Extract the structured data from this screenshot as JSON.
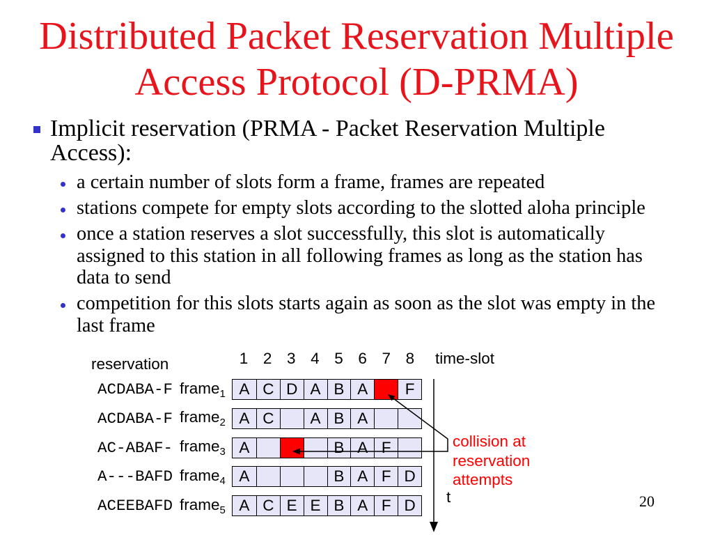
{
  "slide": {
    "title_lines": [
      "Distributed Packet Reservation Multiple",
      "Access Protocol (D-PRMA)"
    ],
    "page_number": "20"
  },
  "bullets": {
    "main_lines": [
      "Implicit reservation (PRMA - Packet Reservation Multiple",
      "Access):"
    ],
    "sub": [
      {
        "lines": [
          "a certain number of slots form a frame, frames are repeated"
        ]
      },
      {
        "lines": [
          "stations compete for empty slots according to the slotted aloha principle"
        ]
      },
      {
        "lines": [
          "once a station reserves a slot successfully, this slot is automatically",
          "assigned to this station in all following frames as long as the station has",
          "data to send"
        ]
      },
      {
        "lines": [
          "competition for this slots starts again as soon as the slot was empty in the",
          "last frame"
        ]
      }
    ]
  },
  "diagram": {
    "slot_numbers": [
      "1",
      "2",
      "3",
      "4",
      "5",
      "6",
      "7",
      "8"
    ],
    "time_slot_label": "time-slot",
    "reservation_label": "reservation",
    "frame_label": "frame",
    "frames": [
      {
        "reservation": "ACDABA-F",
        "index": "1",
        "slots": [
          "A",
          "C",
          "D",
          "A",
          "B",
          "A",
          "",
          "F"
        ],
        "collision_slots": [
          7
        ]
      },
      {
        "reservation": "ACDABA-F",
        "index": "2",
        "slots": [
          "A",
          "C",
          "",
          "A",
          "B",
          "A",
          "",
          ""
        ],
        "collision_slots": []
      },
      {
        "reservation": "AC-ABAF-",
        "index": "3",
        "slots": [
          "A",
          "",
          "",
          "",
          "B",
          "A",
          "F",
          ""
        ],
        "collision_slots": [
          3
        ]
      },
      {
        "reservation": "A---BAFD",
        "index": "4",
        "slots": [
          "A",
          "",
          "",
          "",
          "B",
          "A",
          "F",
          "D"
        ],
        "collision_slots": []
      },
      {
        "reservation": "ACEEBAFD",
        "index": "5",
        "slots": [
          "A",
          "C",
          "E",
          "E",
          "B",
          "A",
          "F",
          "D"
        ],
        "collision_slots": []
      }
    ],
    "time_axis_label": "t",
    "collision_note_lines": [
      "collision at",
      "reservation",
      "attempts"
    ]
  },
  "colors": {
    "title": "#E8141C",
    "bullet_marker": "#3333CC",
    "body_text": "#000000",
    "slot_fill": "#E6E6F8",
    "collision_fill": "#FF0000",
    "collision_note": "#FF0000",
    "lines": "#000000"
  }
}
